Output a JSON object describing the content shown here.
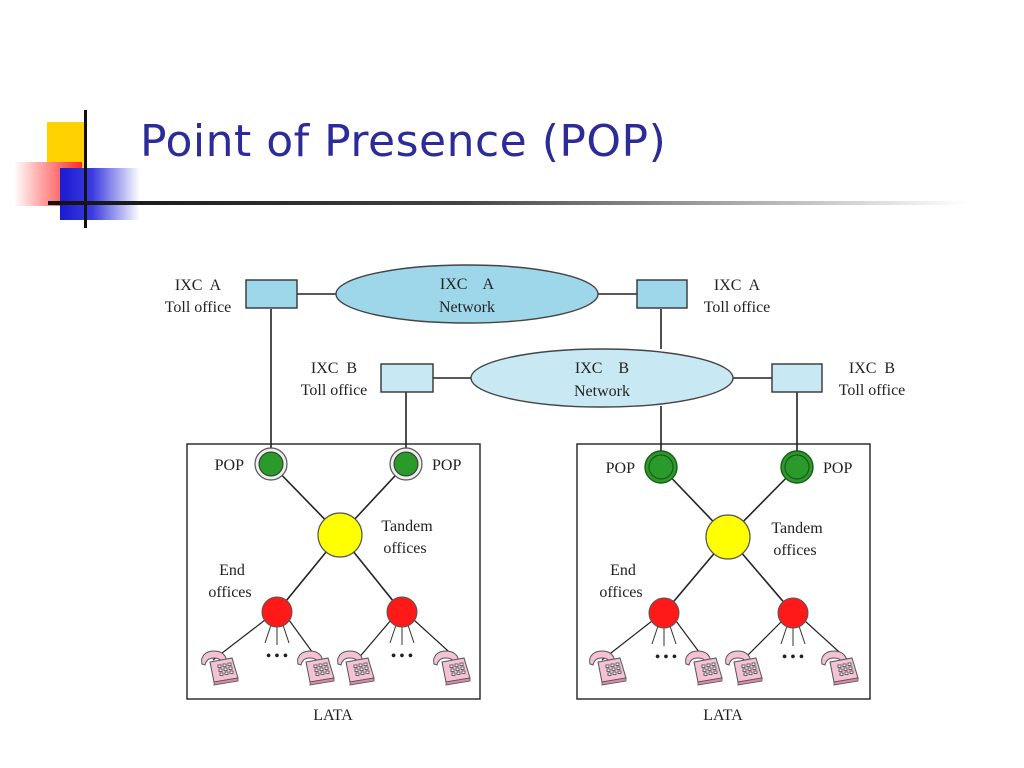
{
  "slide": {
    "title": "Point of Presence (POP)"
  },
  "diagram": {
    "ixc_a_network": [
      "IXC    A",
      "Network"
    ],
    "ixc_b_network": [
      "IXC    B",
      "Network"
    ],
    "ixc_a_toll_left": [
      "IXC  A",
      "Toll office"
    ],
    "ixc_a_toll_right": [
      "IXC  A",
      "Toll office"
    ],
    "ixc_b_toll_left": [
      "IXC  B",
      "Toll office"
    ],
    "ixc_b_toll_right": [
      "IXC  B",
      "Toll office"
    ],
    "pop_label": "POP",
    "tandem_label": [
      "Tandem",
      "offices"
    ],
    "end_label": [
      "End",
      "offices"
    ],
    "ellipsis": "• • •",
    "lata_label": "LATA",
    "colors": {
      "ixc_a": "#9ed7ea",
      "ixc_b": "#c8e9f4",
      "pop": "#2a9a2a",
      "tandem": "#ffff00",
      "end": "#ff1a1a",
      "phone": "#f0b8cc"
    }
  }
}
